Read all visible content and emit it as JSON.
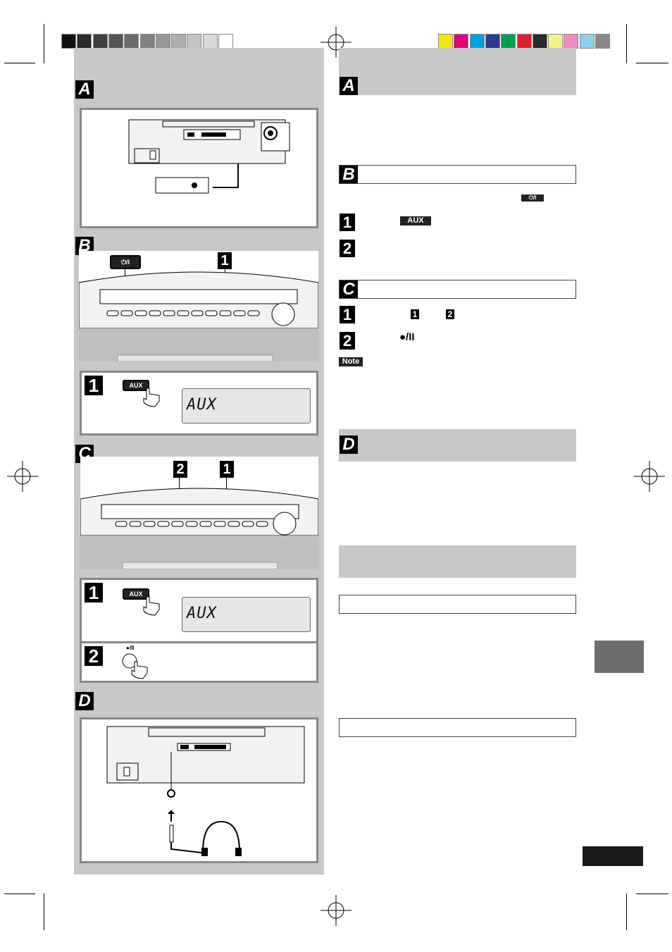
{
  "color_bar": {
    "grays": [
      "#111111",
      "#2a2a2a",
      "#3f3f3f",
      "#555555",
      "#6b6b6b",
      "#818181",
      "#979797",
      "#adadad",
      "#c3c3c3",
      "#d9d9d9",
      "#ffffff"
    ],
    "colors": [
      "#f5e600",
      "#e2007a",
      "#00a0e0",
      "#2b3a90",
      "#00a050",
      "#e01e2a",
      "#2a2a2a",
      "#f5f08a",
      "#f08ac0",
      "#8ad0f0",
      "#888888"
    ]
  },
  "sections": {
    "a": {
      "letter": "A"
    },
    "b": {
      "letter": "B"
    },
    "c": {
      "letter": "C"
    },
    "d": {
      "letter": "D"
    }
  },
  "left": {
    "b_power_button": "⏻/I",
    "b_callout_1": "1",
    "b_step1_number": "1",
    "b_step1_button": "AUX",
    "b_step1_display": "AUX",
    "c_callout_2": "2",
    "c_callout_1": "1",
    "c_step1_number": "1",
    "c_step1_button": "AUX",
    "c_step1_display": "AUX",
    "c_step2_number": "2",
    "c_step2_button": "●/II"
  },
  "right": {
    "a_letter": "A",
    "b_letter": "B",
    "b_power_icon": "⏻/I",
    "b_step1_number": "1",
    "b_step1_badge": "AUX",
    "b_step2_number": "2",
    "c_letter": "C",
    "c_step1_number": "1",
    "c_step1_ref1": "1",
    "c_step1_ref2": "2",
    "c_step2_number": "2",
    "c_step2_symbol": "●/II",
    "note_label": "Note",
    "d_letter": "D"
  }
}
